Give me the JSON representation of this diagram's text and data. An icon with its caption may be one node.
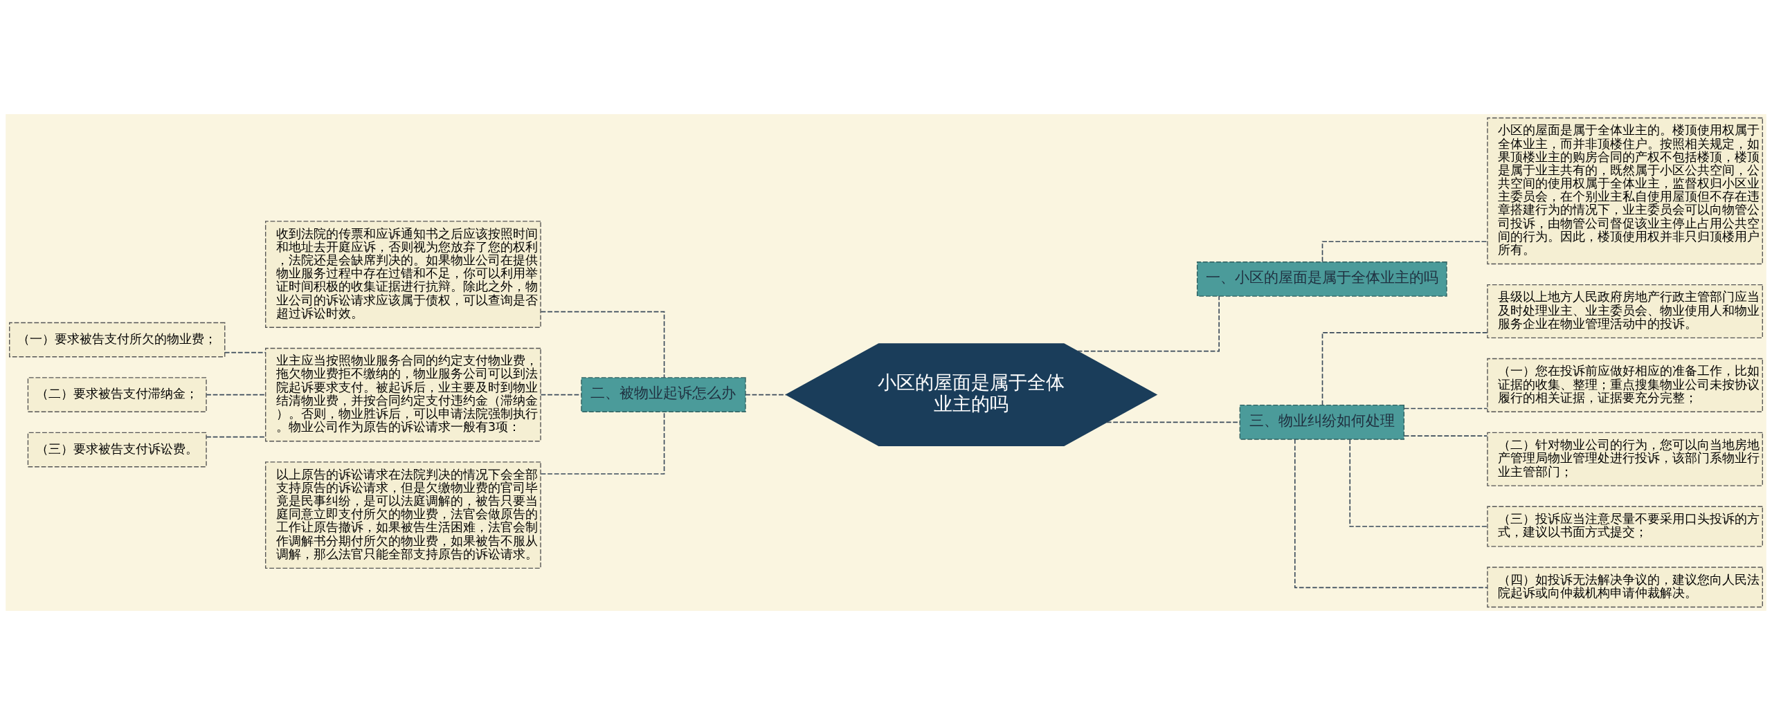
{
  "diagram": {
    "nodes": [
      {
        "text": [
          "小区的屋面是属于全体业主的吗"
        ]
      },
      {
        "text": [
          "一、小区的屋面是属于全体业主的吗"
        ]
      },
      {
        "text": [
          "小区的屋面是属于全体业主的。楼顶使用权属于全体业主，而并非顶楼住户。按照相关规定，如果顶楼业主的购房合同的产权不包括楼顶，楼顶是属于业主共有的，既然属于小区公共空间，公共空间的使用权属于全体业主，监督权归小区业主委员会，在个别业主私自使用屋顶但不存在违章搭建行为的情况下，业主委员会可以向物管公司投诉，由物管公司督促该业主停止占用公共空间的行为。因此，楼顶使用权并非只归顶楼用户所有。"
        ]
      },
      {
        "text": [
          "二、被物业起诉怎么办"
        ]
      },
      {
        "text": [
          "收到法院的传票和应诉通知书之后应该按照时间和地址去开庭应诉，否则视为您放弃了您的权利，法院还是会缺席判决的。如果物业公司在提供物业服务过程中存在过错和不足，你可以利用举证时间积极的收集证据进行抗辩。除此之外，物业公司的诉讼请求应该属于债权，可以查询是否超过诉讼时效。"
        ]
      },
      {
        "text": [
          "业主应当按照物业服务合同的约定支付物业费，拖欠物业费拒不缴纳的，物业服务公司可以到法院起诉要求支付。被起诉后，业主要及时到物业结清物业费，并按合同约定支付违约金（滞纳金）。否则，物业胜诉后，可以申请法院强制执行。物业公司作为原告的诉讼请求一般有3项："
        ]
      },
      {
        "text": [
          "（一）要求被告支付所欠的物业费；"
        ]
      },
      {
        "text": [
          "（二）要求被告支付滞纳金；"
        ]
      },
      {
        "text": [
          "（三）要求被告支付诉讼费。"
        ]
      },
      {
        "text": [
          "以上原告的诉讼请求在法院判决的情况下会全部支持原告的诉讼请求，但是欠缴物业费的官司毕竟是民事纠纷，是可以法庭调解的，被告只要当庭同意立即支付所欠的物业费，法官会做原告的工作让原告撤诉，如果被告生活困难，法官会制作调解书分期付所欠的物业费，如果被告不服从调解，那么法官只能全部支持原告的诉讼请求。"
        ]
      },
      {
        "text": [
          "三、物业纠纷如何处理"
        ]
      },
      {
        "text": [
          "县级以上地方人民政府房地产行政主管部门应当及时处理业主、业主委员会、物业使用人和物业服务企业在物业管理活动中的投诉。"
        ]
      },
      {
        "text": [
          "（一）您在投诉前应做好相应的准备工作，比如证据的收集、整理；重点搜集物业公司未按协议履行的相关证据，证据要充分完整；"
        ]
      },
      {
        "text": [
          "（二）针对物业公司的行为，您可以向当地房地产管理局物业管理处进行投诉，该部门系物业行业主管部门；"
        ]
      },
      {
        "text": [
          "（三）投诉应当注意尽量不要采用口头投诉的方式，建议以书面方式提交；"
        ]
      },
      {
        "text": [
          "（四）如投诉无法解决争议的，建议您向人民法院起诉或向仲裁机构申请仲裁解决。"
        ]
      }
    ],
    "edges": [
      {
        "from": 0,
        "to": 1,
        "arrow": "none"
      },
      {
        "from": 1,
        "to": 2,
        "arrow": "none"
      },
      {
        "from": 0,
        "to": 3,
        "arrow": "none"
      },
      {
        "from": 3,
        "to": 4,
        "arrow": "none"
      },
      {
        "from": 3,
        "to": 5,
        "arrow": "none"
      },
      {
        "from": 5,
        "to": 6,
        "arrow": "none"
      },
      {
        "from": 5,
        "to": 7,
        "arrow": "none"
      },
      {
        "from": 5,
        "to": 8,
        "arrow": "none"
      },
      {
        "from": 3,
        "to": 9,
        "arrow": "none"
      },
      {
        "from": 0,
        "to": 10,
        "arrow": "none"
      },
      {
        "from": 10,
        "to": 11,
        "arrow": "none"
      },
      {
        "from": 10,
        "to": 12,
        "arrow": "none"
      },
      {
        "from": 10,
        "to": 13,
        "arrow": "none"
      },
      {
        "from": 10,
        "to": 14,
        "arrow": "none"
      },
      {
        "from": 10,
        "to": 15,
        "arrow": "none"
      }
    ]
  }
}
